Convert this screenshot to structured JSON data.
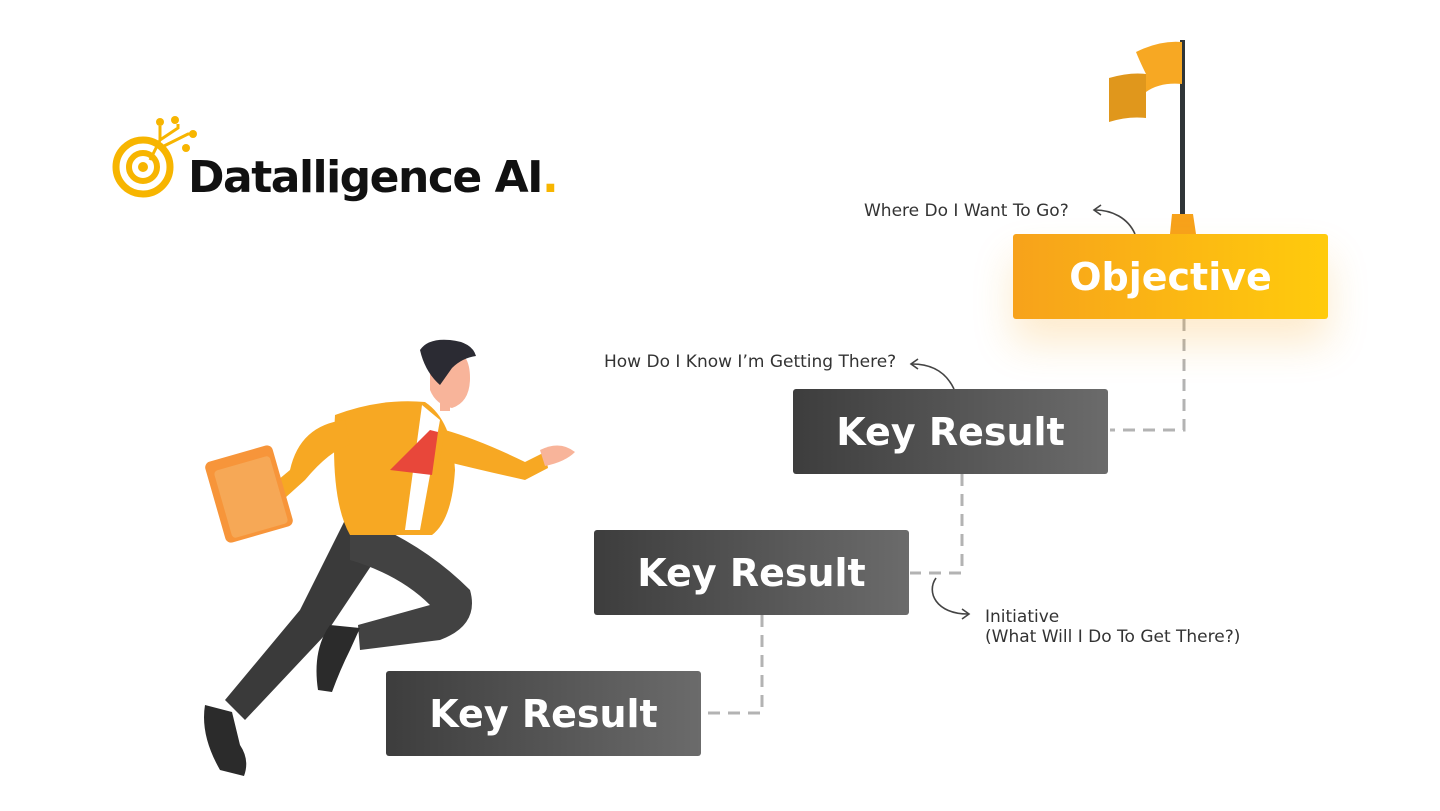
{
  "logo": {
    "name": "Datalligence AI",
    "dot": ".",
    "accent": "#f7b500"
  },
  "objective": {
    "label": "Objective",
    "caption": "Where Do I Want To Go?"
  },
  "key_results": [
    {
      "label": "Key Result"
    },
    {
      "label": "Key Result"
    },
    {
      "label": "Key Result"
    }
  ],
  "key_result_caption": "How Do I Know I’m Getting There?",
  "initiative": {
    "line1": "Initiative",
    "line2": "(What Will I Do To Get There?)"
  },
  "colors": {
    "objective_start": "#f7a21b",
    "objective_end": "#ffcb0c",
    "key_result_start": "#3d3d3d",
    "key_result_end": "#6b6b6b",
    "connector": "#b3b3b3"
  },
  "icons": [
    "target-logo-icon",
    "goal-flag-icon",
    "running-businessman-illustration"
  ]
}
